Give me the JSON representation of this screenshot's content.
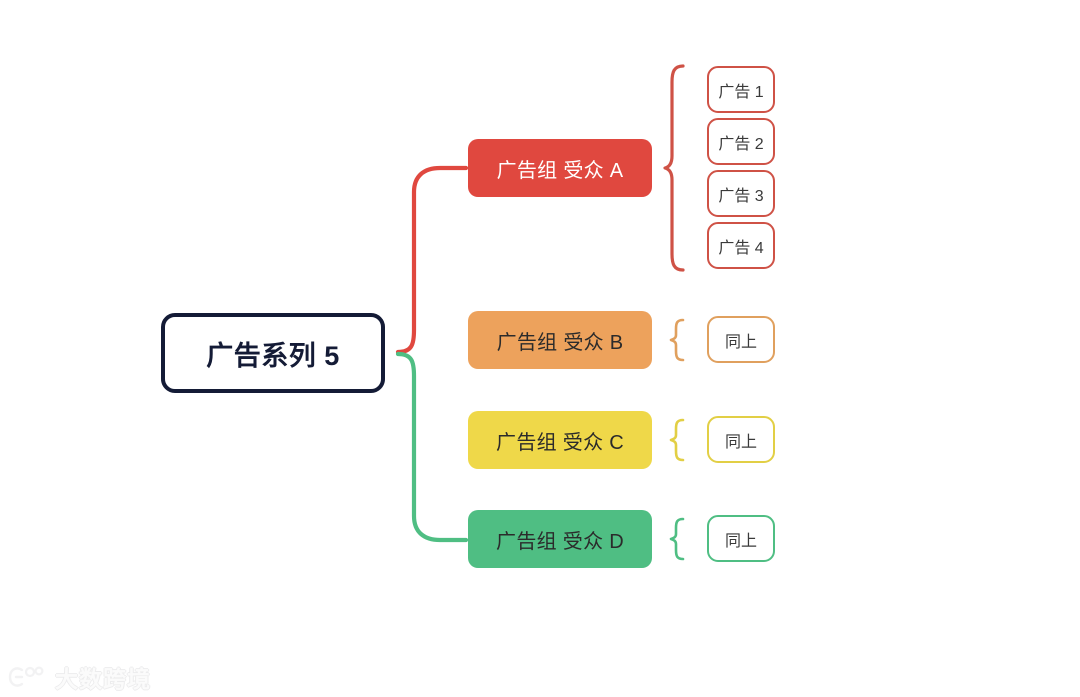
{
  "diagram": {
    "type": "mind-map",
    "root": {
      "label": "广告系列 5",
      "border_color": "#141b36",
      "text_color": "#141b36"
    },
    "groups": [
      {
        "id": "a",
        "label": "广告组 受众 A",
        "fill": "#e0483f",
        "text_color": "#ffffff",
        "brace_color": "#cf5246",
        "children": [
          {
            "label": "广告 1",
            "border_color": "#cf5246"
          },
          {
            "label": "广告 2",
            "border_color": "#cf5246"
          },
          {
            "label": "广告 3",
            "border_color": "#cf5246"
          },
          {
            "label": "广告 4",
            "border_color": "#cf5246"
          }
        ]
      },
      {
        "id": "b",
        "label": "广告组 受众 B",
        "fill": "#eda25c",
        "text_color": "#2b2b2b",
        "brace_color": "#e0a05e",
        "children": [
          {
            "label": "同上",
            "border_color": "#e0a05e"
          }
        ]
      },
      {
        "id": "c",
        "label": "广告组 受众 C",
        "fill": "#efd849",
        "text_color": "#2b2b2b",
        "brace_color": "#e2cf45",
        "children": [
          {
            "label": "同上",
            "border_color": "#e2cf45"
          }
        ]
      },
      {
        "id": "d",
        "label": "广告组 受众 D",
        "fill": "#4fbe83",
        "text_color": "#2b2b2b",
        "brace_color": "#4fbe83",
        "children": [
          {
            "label": "同上",
            "border_color": "#4fbe83"
          }
        ]
      }
    ],
    "edges": {
      "upper_branch_color": "#e0483f",
      "lower_branch_color": "#4fbe83"
    }
  },
  "watermark": {
    "text": "大数跨境",
    "color": "#fbfbfb"
  }
}
